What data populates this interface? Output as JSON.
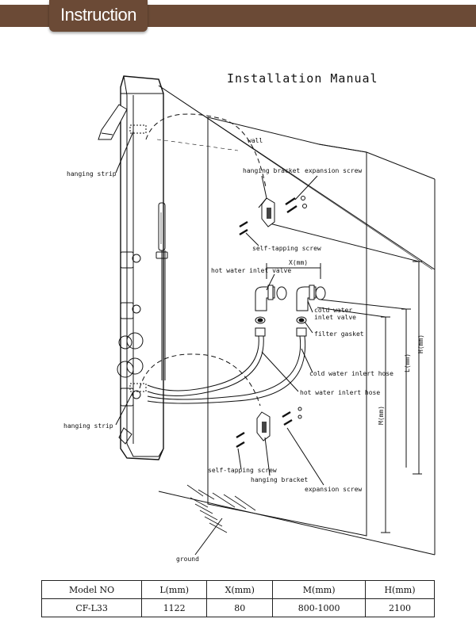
{
  "banner": {
    "title": "Instruction",
    "color": "#6b4a36"
  },
  "diagram": {
    "title": "Installation Manual",
    "labels": {
      "wall": "wall",
      "hanging_strip_top": "hanging strip",
      "hanging_strip_bottom": "hanging strip",
      "hanging_bracket_top": "hanging bracket",
      "expansion_screw_top": "expansion screw",
      "self_tapping_top": "self-tapping screw",
      "x_mm": "X(mm)",
      "hot_valve": "hot water inlet valve",
      "cold_valve_1": "cold water",
      "cold_valve_2": "inlet valve",
      "filter_gasket": "filter gasket",
      "cold_hose": "cold water inlert hose",
      "hot_hose": "hot water inlert hose",
      "self_tapping_bottom": "self-tapping screw",
      "hanging_bracket_bottom": "hanging bracket",
      "expansion_screw_bottom": "expansion screw",
      "ground": "ground",
      "dim_l": "L(mm)",
      "dim_h": "H(mm)",
      "dim_m": "M(mm)"
    }
  },
  "spec_table": {
    "headers": [
      "Model NO",
      "L(mm)",
      "X(mm)",
      "M(mm)",
      "H(mm)"
    ],
    "row": [
      "CF-L33",
      "1122",
      "80",
      "800-1000",
      "2100"
    ]
  }
}
